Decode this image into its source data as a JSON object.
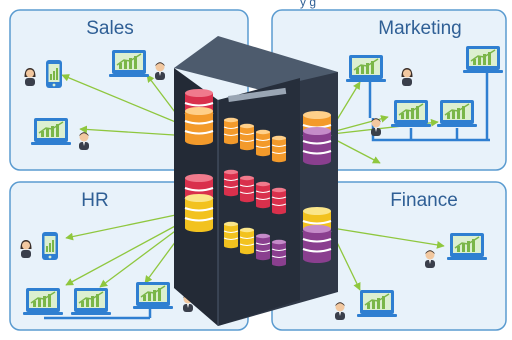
{
  "departments": {
    "sales": {
      "label": "Sales"
    },
    "marketing": {
      "label": "Marketing"
    },
    "hr": {
      "label": "HR"
    },
    "finance": {
      "label": "Finance"
    }
  },
  "header_fragment": "y  g",
  "colors": {
    "panel_bg": "#e8f2fa",
    "panel_border": "#5a9bd0",
    "title_text": "#2f5f95",
    "connector_line": "#8fc73e",
    "network_line": "#2f7fd1",
    "server_dark": "#2f3847",
    "server_top": "#4d5b6d",
    "db_orange": "#f39a2b",
    "db_red": "#d9304c",
    "db_purple": "#8a3f8f",
    "db_yellow": "#f2c21f",
    "screen_blue": "#2f7fd1",
    "chart_green": "#7ab648"
  },
  "icons": {
    "computer": "computer-with-chart-icon",
    "phone": "mobile-chart-icon",
    "user": "user-avatar-icon",
    "server": "server-rack-icon",
    "database": "database-stack-icon"
  }
}
